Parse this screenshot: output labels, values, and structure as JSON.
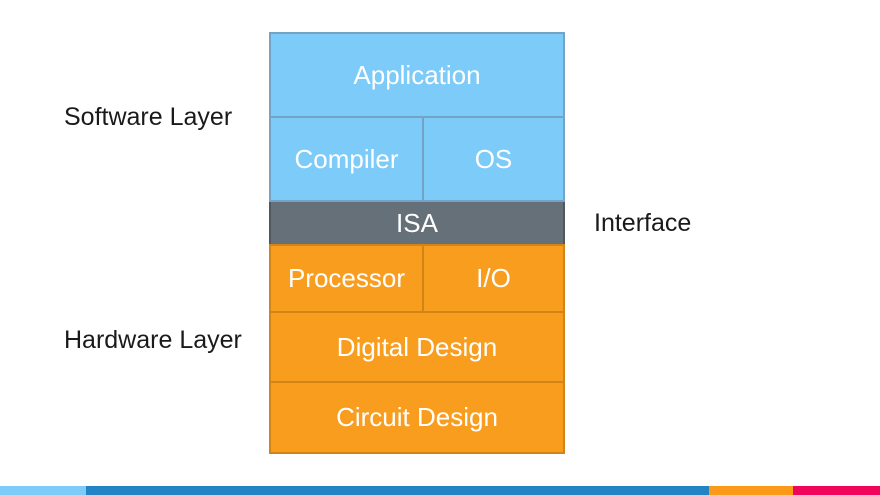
{
  "diagram": {
    "side_labels": {
      "software": "Software Layer",
      "hardware": "Hardware Layer",
      "interface": "Interface"
    },
    "software_layer": {
      "application": "Application",
      "compiler": "Compiler",
      "os": "OS"
    },
    "interface_layer": {
      "isa": "ISA"
    },
    "hardware_layer": {
      "processor": "Processor",
      "io": "I/O",
      "digital_design": "Digital Design",
      "circuit_design": "Circuit Design"
    }
  },
  "colors": {
    "background": "#ffffff",
    "label_text": "#1a1a1a",
    "box_text": "#ffffff",
    "software_fill": "#7ccbf8",
    "software_border": "#74a3c7",
    "interface_fill": "#667079",
    "interface_border": "#50585f",
    "hardware_fill": "#f99d1f",
    "hardware_border": "#d28517",
    "footer_lightblue": "#7ccbf8",
    "footer_blue": "#2483c5",
    "footer_orange": "#fb9a18",
    "footer_pink": "#f0055a"
  }
}
